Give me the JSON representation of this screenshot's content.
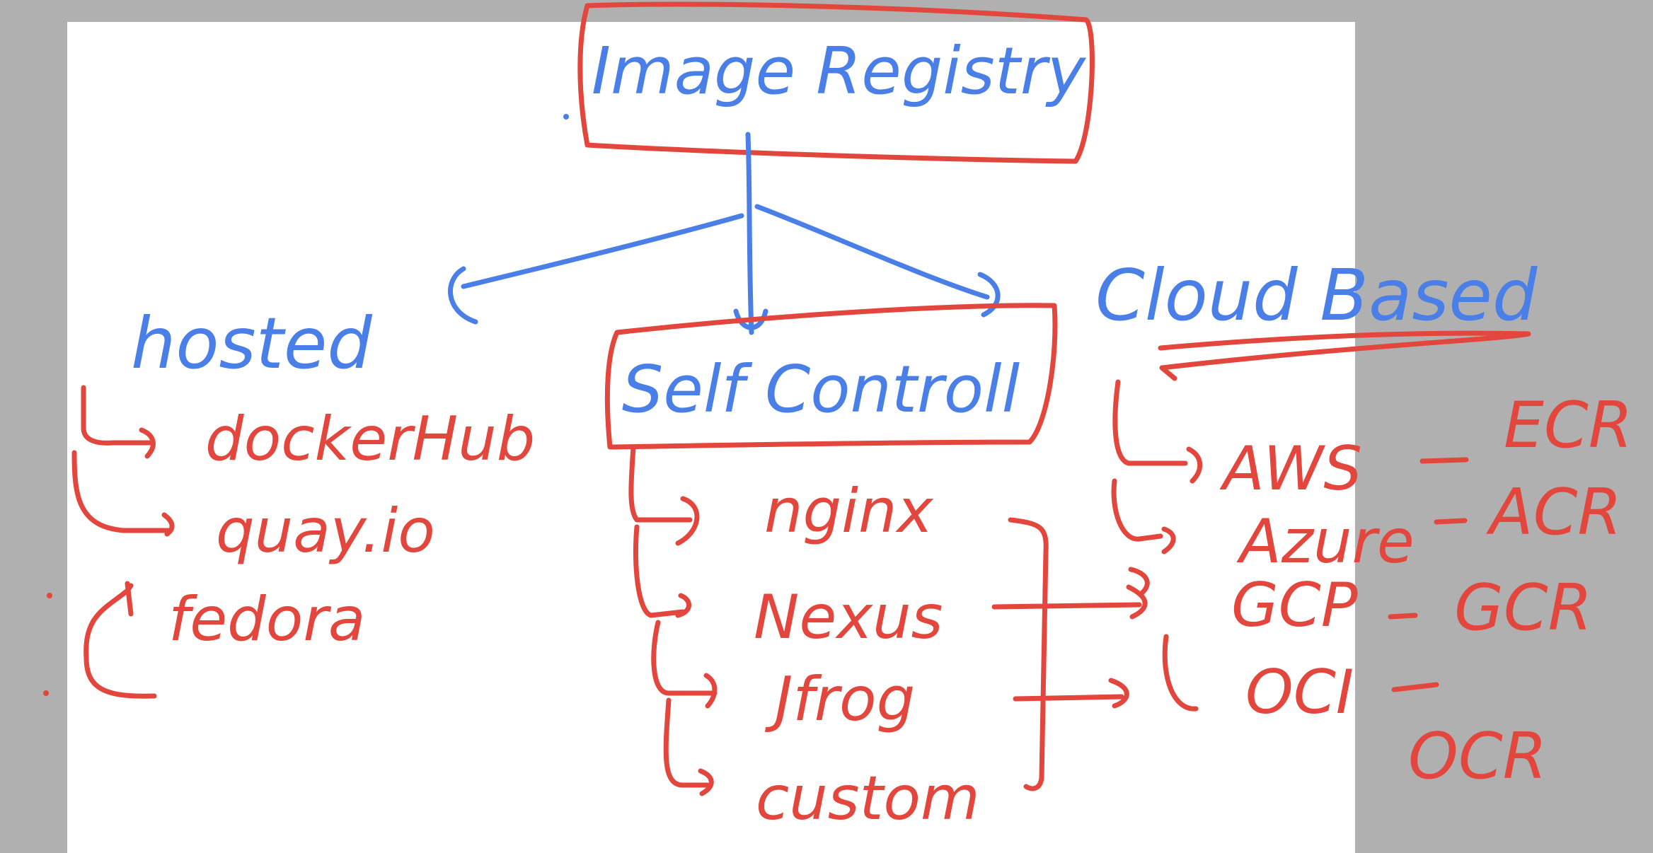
{
  "diagram": {
    "root": {
      "label": "Image Registry"
    },
    "categories": {
      "hosted": {
        "label": "hosted",
        "items": [
          "dockerHub",
          "quay.io",
          "fedora"
        ]
      },
      "self": {
        "label": "Self Controll",
        "items": [
          "nginx",
          "Nexus",
          "Jfrog",
          "custom"
        ]
      },
      "cloud": {
        "label": "Cloud Based",
        "items": [
          "AWS",
          "Azure",
          "GCP",
          "OCI"
        ],
        "registries": [
          "ECR",
          "ACR",
          "GCR",
          "OCR"
        ]
      }
    },
    "colors": {
      "ink_blue": "#4a7fe8",
      "ink_red": "#e2463c",
      "background": "#b0b0b0",
      "canvas": "#ffffff"
    }
  }
}
